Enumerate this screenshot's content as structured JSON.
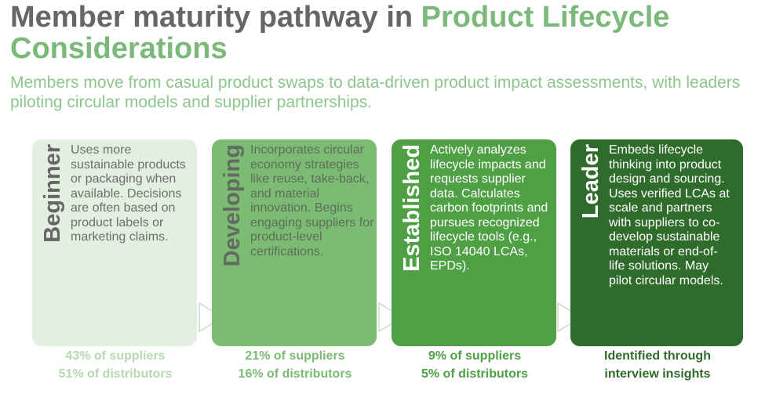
{
  "title": {
    "part1": "Member maturity pathway in ",
    "part2": "Product Lifecycle Considerations"
  },
  "subtitle": "Members move from casual product swaps to data-driven product impact assessments, with leaders piloting circular models and supplier partnerships.",
  "stages": [
    {
      "name": "Beginner",
      "description": "Uses more sustainable products or packaging when available. Decisions are often based on product labels or marketing claims.",
      "stat_line1": "43% of suppliers",
      "stat_line2": "51% of distributors"
    },
    {
      "name": "Developing",
      "description": "Incorporates circular economy strategies like reuse, take-back, and material innovation. Begins engaging suppliers for product-level certifications.",
      "stat_line1": "21% of suppliers",
      "stat_line2": "16% of distributors"
    },
    {
      "name": "Established",
      "description": "Actively analyzes lifecycle impacts and requests supplier data. Calculates carbon footprints and pursues recognized lifecycle tools (e.g., ISO 14040 LCAs, EPDs).",
      "stat_line1": "9% of suppliers",
      "stat_line2": "5% of distributors"
    },
    {
      "name": "Leader",
      "description": "Embeds lifecycle thinking into product design and sourcing. Uses verified LCAs at scale and partners with suppliers to co-develop sustainable materials or end-of-life solutions. May pilot circular models.",
      "stat_line1": "Identified through",
      "stat_line2": "interview insights"
    }
  ],
  "colors": {
    "beginner": "#e3f0e1",
    "developing": "#7cbb74",
    "established": "#4f9f45",
    "leader": "#2f6b2b",
    "title_gray": "#666666",
    "title_accent": "#7ab97a"
  },
  "icons": [
    "arrow-right-icon"
  ]
}
